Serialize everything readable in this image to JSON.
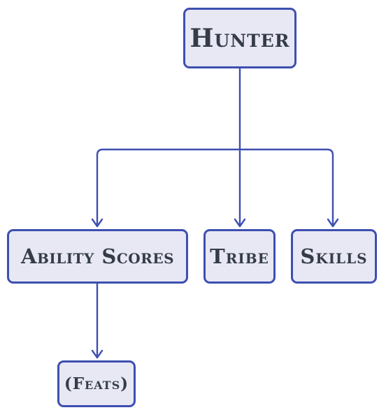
{
  "diagram": {
    "root": {
      "label": "Hunter"
    },
    "children": [
      {
        "label": "Ability Scores"
      },
      {
        "label": "Tribe"
      },
      {
        "label": "Skills"
      }
    ],
    "grandchildren": [
      {
        "label": "(Feats)"
      }
    ]
  },
  "colors": {
    "node_fill": "#e8e8f4",
    "node_border": "#3d4fb0",
    "edge": "#3d4fb0",
    "text": "#353c49"
  }
}
